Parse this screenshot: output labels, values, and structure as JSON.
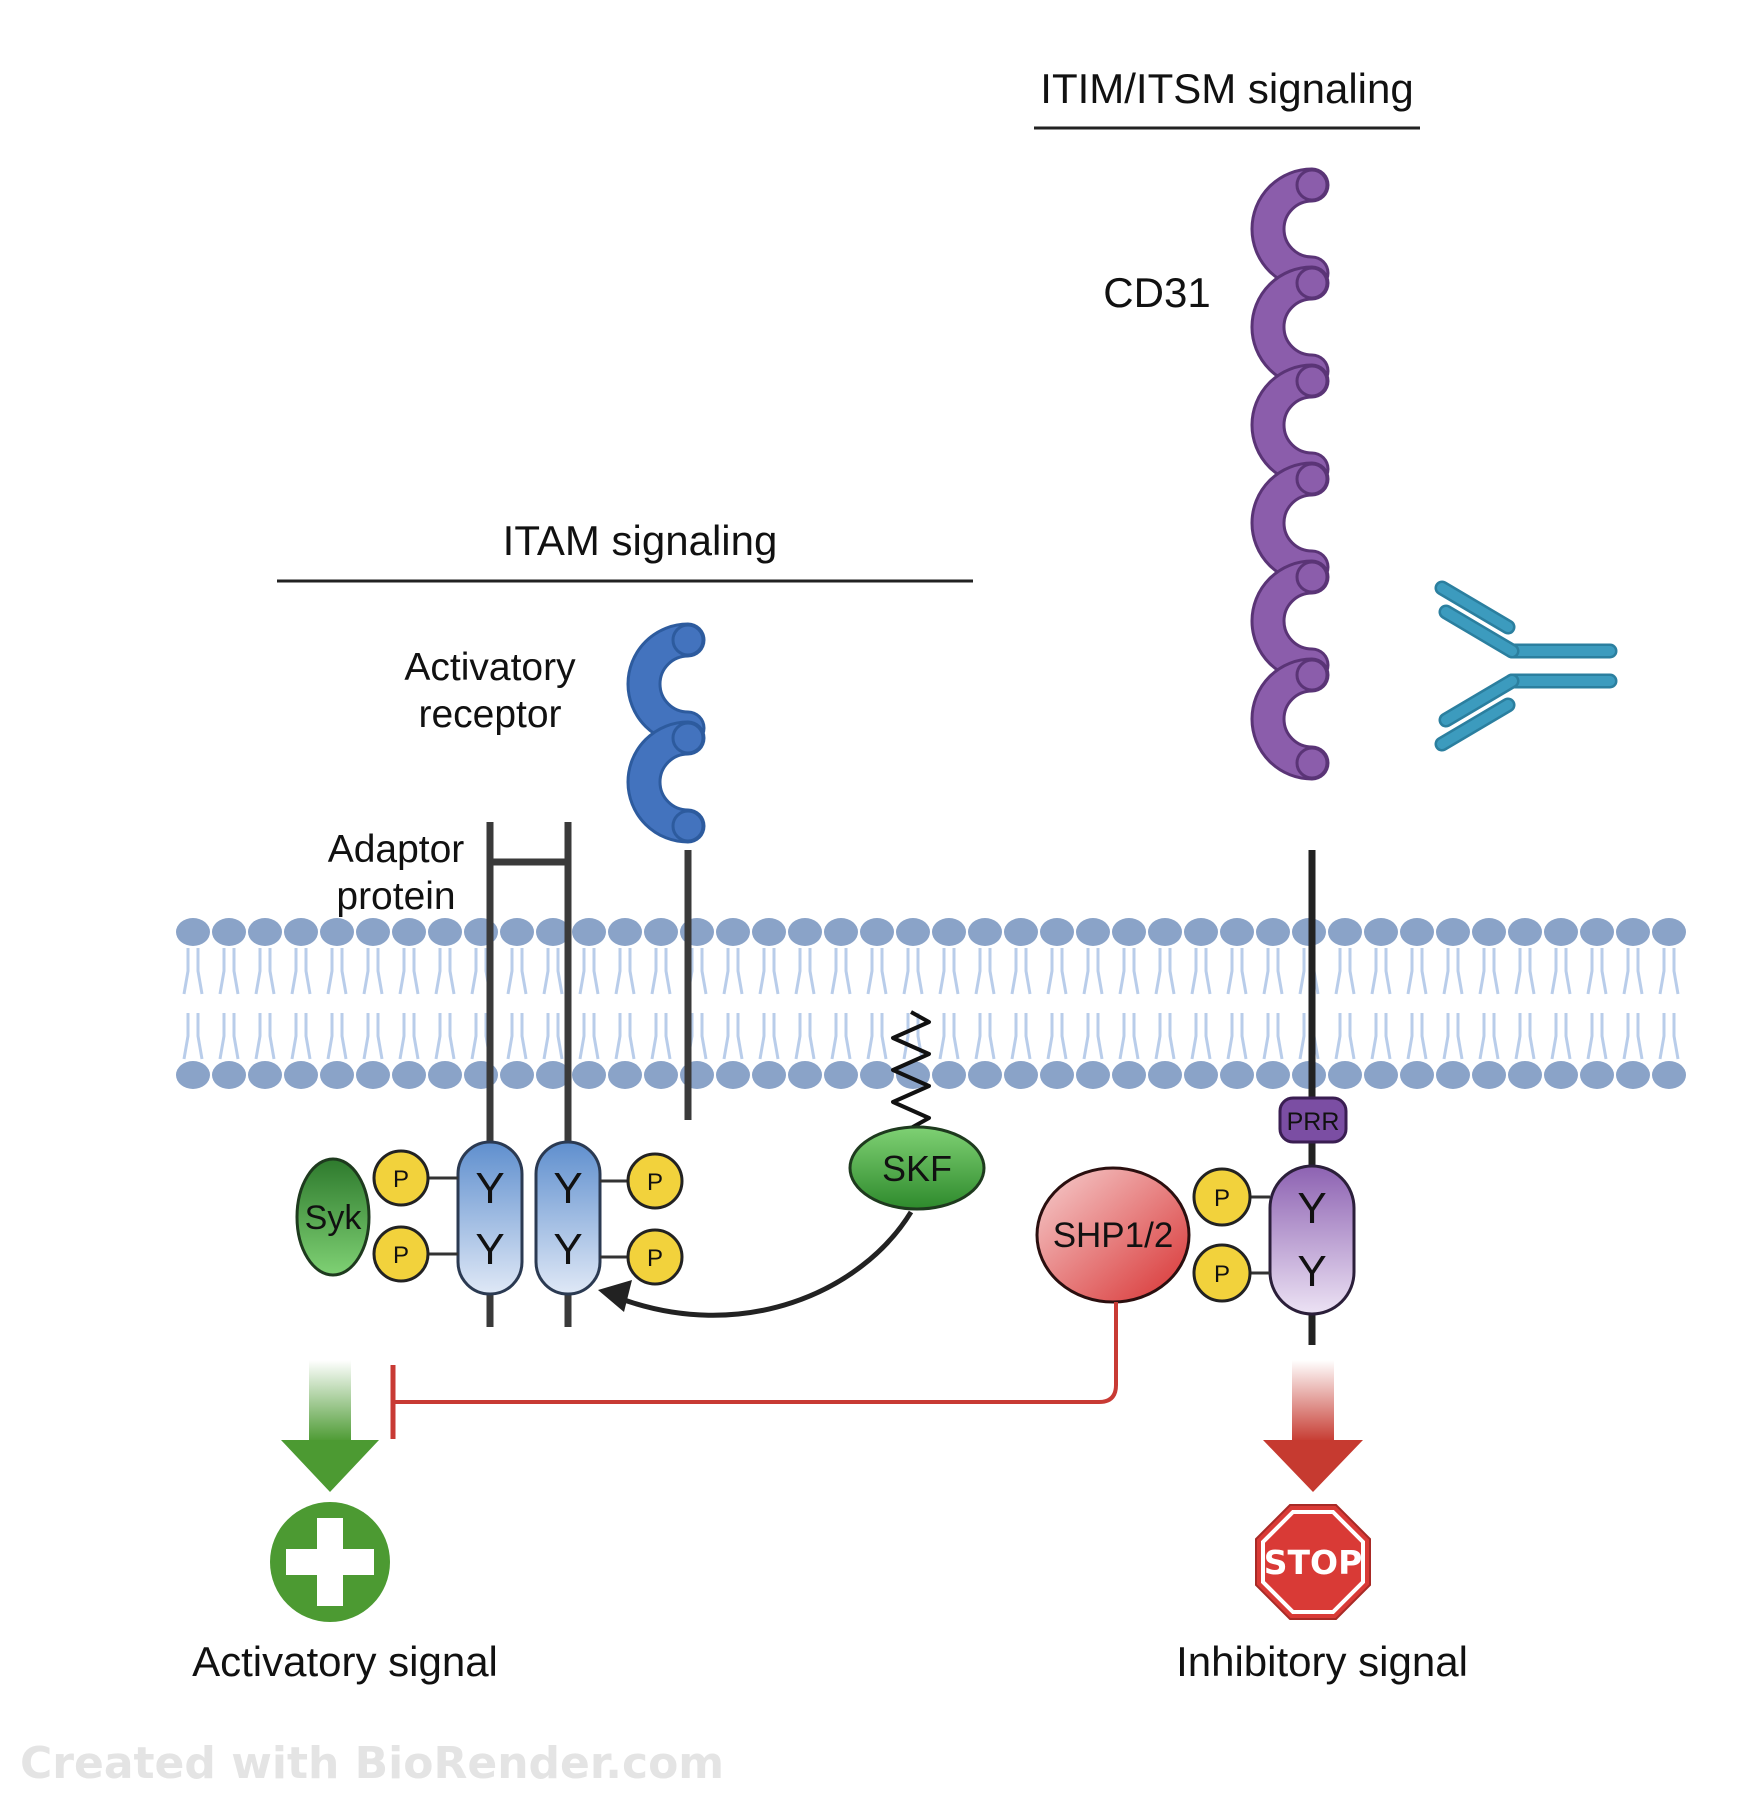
{
  "sections": {
    "itam_title": "ITAM signaling",
    "itim_title": "ITIM/ITSM signaling"
  },
  "labels": {
    "cd31": "CD31",
    "activatory_receptor_line1": "Activatory",
    "activatory_receptor_line2": "receptor",
    "adaptor_protein_line1": "Adaptor",
    "adaptor_protein_line2": "protein",
    "syk": "Syk",
    "skf": "SKF",
    "prr": "PRR",
    "shp": "SHP1/2",
    "tyrosine": "Y",
    "phospho": "P",
    "stop": "STOP"
  },
  "outcomes": {
    "activatory_signal": "Activatory signal",
    "inhibitory_signal": "Inhibitory signal"
  },
  "watermark": "Created with BioRender.com",
  "colors": {
    "membrane_head": "#8aa3c8",
    "membrane_tail": "#b9cdea",
    "activatory_receptor": "#4373be",
    "cd31": "#8b5dab",
    "antibody": "#3c9bbe",
    "syk": "#3f9a3c",
    "skf": "#4fae4a",
    "phospho": "#f2d23c",
    "shp": "#e05050",
    "activation_arrow": "#4c9a32",
    "inhibition_arrow": "#c63a30",
    "inhibition_line": "#c83a34",
    "stop_sign": "#d93a36"
  }
}
